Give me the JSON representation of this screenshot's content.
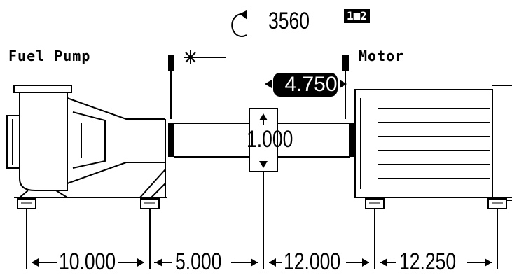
{
  "header": {
    "rpm": "3560",
    "mode_badge": "1■2",
    "rotation_icon": "rotate-ccw-icon"
  },
  "machines": {
    "left_label": "Fuel Pump",
    "right_label": "Motor"
  },
  "dimensions": {
    "coupling_gap": "4.750",
    "coupling_offset": "1.000",
    "segments": [
      "10.000",
      "5.000",
      "12.000",
      "12.250"
    ]
  },
  "colors": {
    "ink": "#000000",
    "paper": "#ffffff"
  }
}
